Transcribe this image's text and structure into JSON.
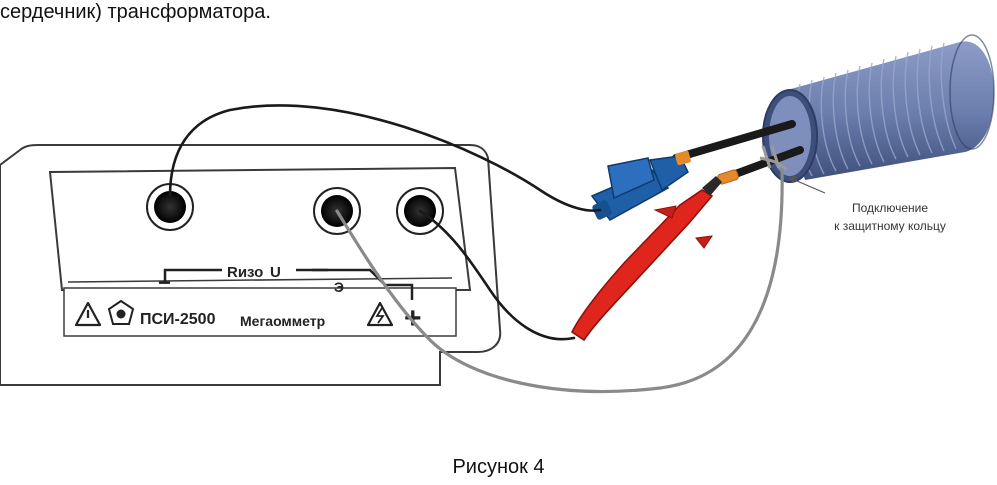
{
  "text": {
    "top_line": "сердечник) трансформатора.",
    "caption": "Рисунок 4"
  },
  "device": {
    "panel_label_riso": "Rизо",
    "panel_label_u": "U",
    "terminal_minus": "−",
    "terminal_e": "Э",
    "terminal_plus": "+",
    "model": "ПСИ-2500",
    "type": "Мегаомметр"
  },
  "annotation": {
    "line1": "Подключение",
    "line2": "к защитному кольцу"
  },
  "colors": {
    "device_outline": "#3a3a3a",
    "wire_black": "#1a1a1a",
    "wire_gray": "#8a8a8a",
    "clip_red": "#e0261c",
    "connector_blue": "#1f5fa8",
    "coil_blue": "#6c7fae",
    "sleeve_orange": "#e58a2a"
  }
}
